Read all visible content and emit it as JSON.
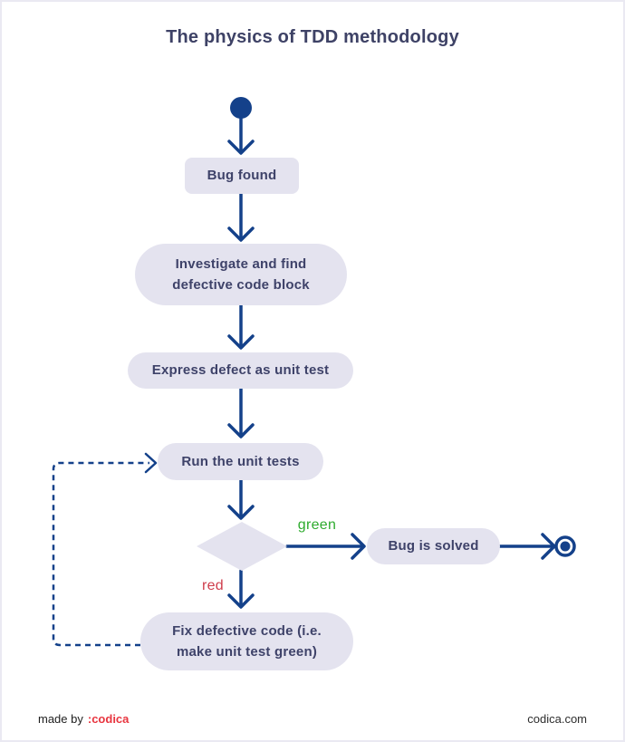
{
  "title": "The physics of TDD methodology",
  "flow": {
    "nodes": {
      "bug_found": {
        "label": "Bug found"
      },
      "investigate": {
        "line1": "Investigate and find",
        "line2": "defective code block"
      },
      "express": {
        "label": "Express defect as unit test"
      },
      "run": {
        "label": "Run the unit tests"
      },
      "bug_solved": {
        "label": "Bug is solved"
      },
      "fix": {
        "line1": "Fix defective code (i.e.",
        "line2": "make unit test green)"
      }
    },
    "branch_labels": {
      "green": "green",
      "red": "red"
    },
    "start_node": "start",
    "end_node": "end"
  },
  "footer": {
    "made_by": "made by",
    "brand": ":codica",
    "site": "codica.com"
  },
  "colors": {
    "navy": "#14418a",
    "node_fill": "#e4e3ef",
    "node_text": "#3e4269",
    "green_label": "#2eab2e",
    "red_label": "#cf3d4c",
    "brand_red": "#e8353f",
    "title_text": "#3e4266"
  }
}
